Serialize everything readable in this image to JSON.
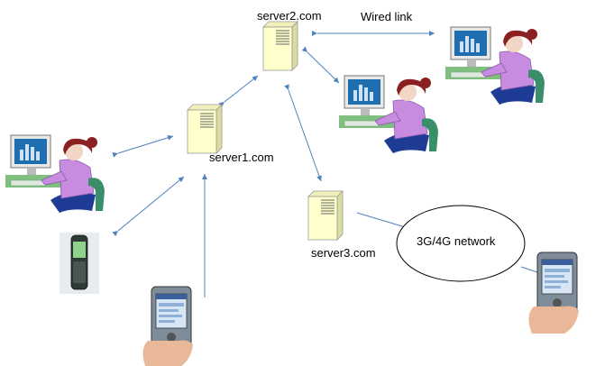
{
  "labels": {
    "server1": "server1.com",
    "server2": "server2.com",
    "server3": "server3.com",
    "wired_link": "Wired link",
    "network": "3G/4G network"
  },
  "colors": {
    "arrow": "#4f81bd",
    "server_body": "#ffffcc",
    "monitor_screen": "#1f6fb0",
    "person_shirt": "#c78be0",
    "hair": "#8a2020",
    "chair": "#3a8f6a",
    "desk": "#7fbf7f"
  },
  "nodes": {
    "servers": [
      "server1",
      "server2",
      "server3"
    ],
    "workstations": [
      "workstation-left",
      "workstation-mid",
      "workstation-right"
    ],
    "mobile_devices": [
      "cell-phone",
      "pda-bottom",
      "pda-right"
    ]
  }
}
